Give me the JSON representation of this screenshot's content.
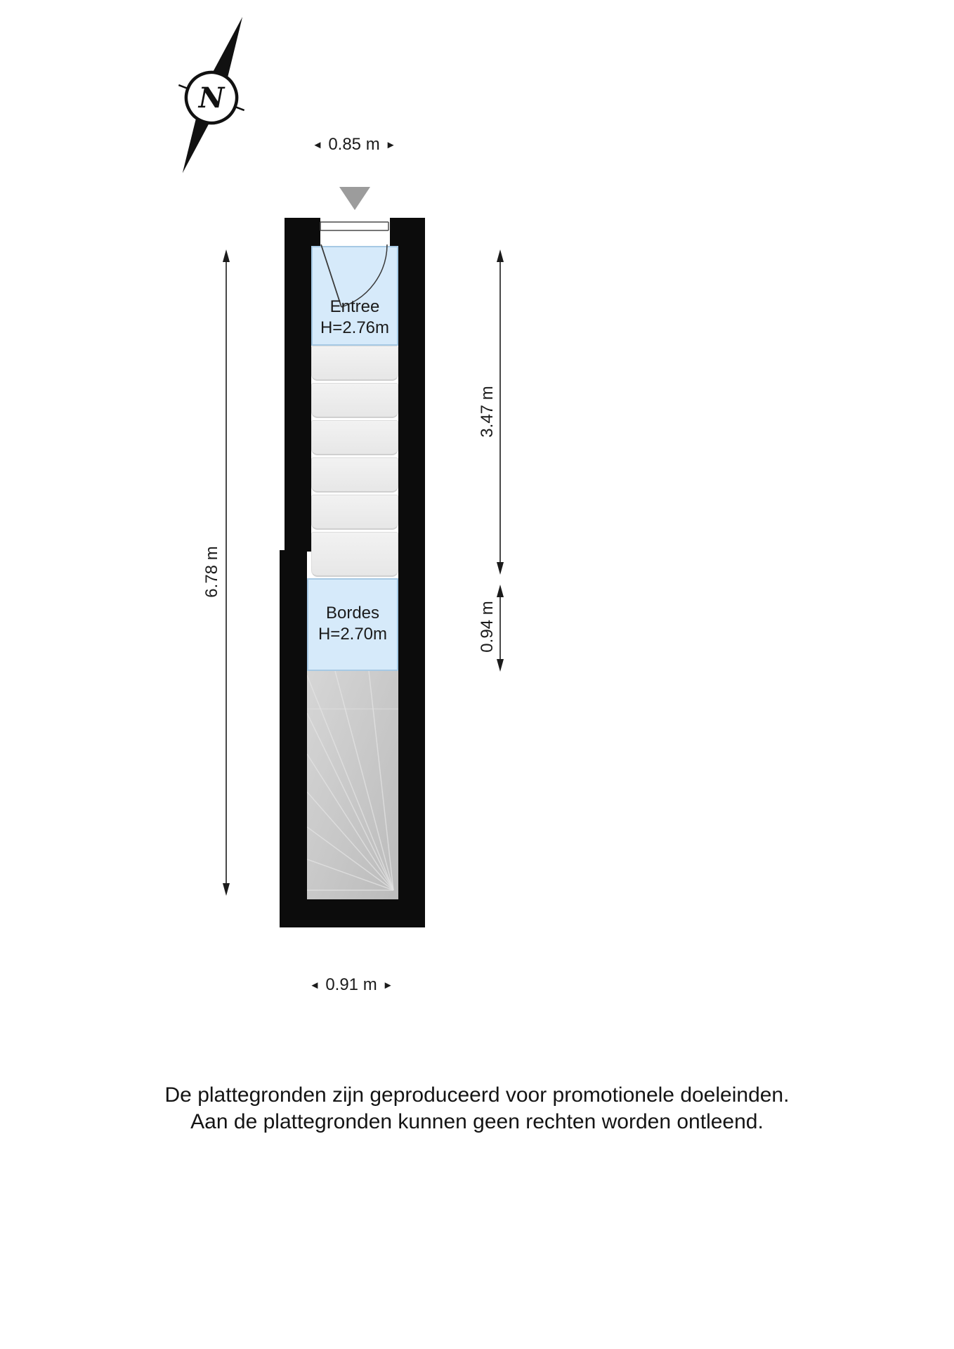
{
  "compass": {
    "letter": "N"
  },
  "dimensions": {
    "top": "0.85 m",
    "bottom": "0.91 m",
    "left": "6.78 m",
    "right_upper": "3.47 m",
    "right_lower": "0.94 m"
  },
  "glyphs": {
    "arrow_left": "◄",
    "arrow_right": "►"
  },
  "rooms": {
    "entree": {
      "name": "Entree",
      "ceiling": "H=2.76m"
    },
    "bordes": {
      "name": "Bordes",
      "ceiling": "H=2.70m"
    }
  },
  "disclaimer": {
    "line1": "De plattegronden zijn geproduceerd voor promotionele doeleinden.",
    "line2": "Aan de plattegronden kunnen geen rechten worden ontleend."
  },
  "colors": {
    "wall": "#0c0c0c",
    "room_fill": "#d6eafa",
    "room_border": "#a6c9e4",
    "step_fill": "#ececec",
    "winder_fill": "#c6c6c6",
    "entry_arrow": "#9c9c9c",
    "text": "#1b1b1b"
  }
}
